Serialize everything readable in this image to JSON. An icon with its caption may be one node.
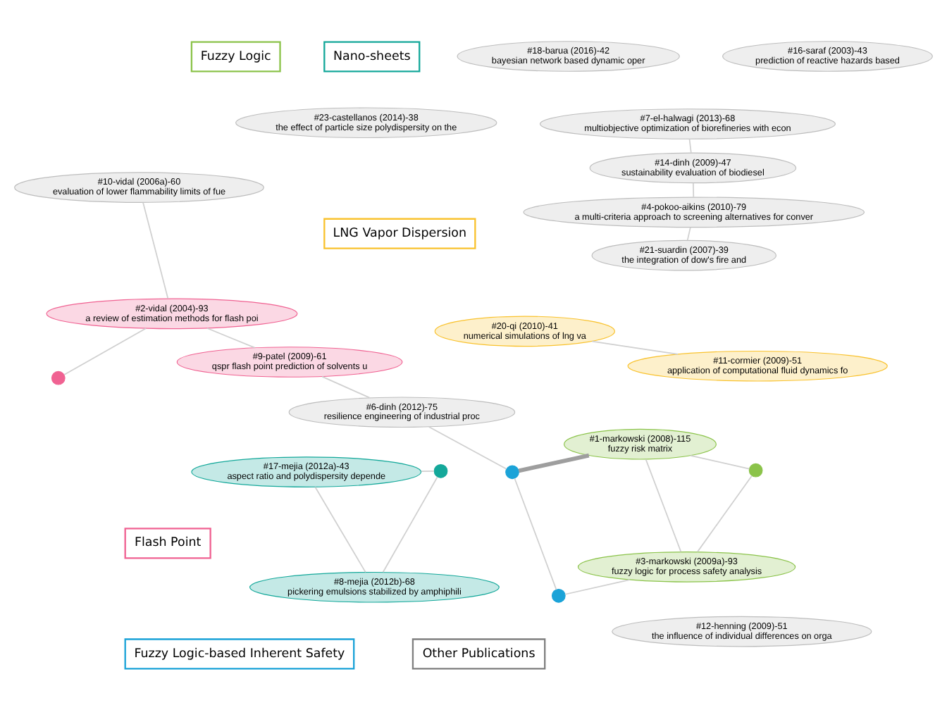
{
  "diagram": {
    "nodes": [
      {
        "text": [
          "#10-vidal (2006a)-60",
          "evaluation of lower flammability limits of fue"
        ]
      },
      {
        "text": [
          "Flash Point"
        ]
      },
      {
        "text": [
          "#2-vidal (2004)-93",
          "a review of estimation methods for flash poi"
        ]
      },
      {
        "text": [],
        "shape": "circle"
      },
      {
        "text": [
          "#17-mejia (2012a)-43",
          "aspect ratio and polydispersity depende"
        ]
      },
      {
        "text": [],
        "shape": "circle"
      },
      {
        "text": [
          "#8-mejia (2012b)-68",
          "pickering emulsions stabilized by amphiphili"
        ]
      },
      {
        "text": [
          "#23-castellanos (2014)-38",
          "the effect of particle size polydispersity on the"
        ]
      },
      {
        "text": [
          "#9-patel (2009)-61",
          "qspr flash point prediction of solvents u"
        ]
      },
      {
        "text": [
          "Nano-sheets"
        ]
      },
      {
        "text": [
          "#6-dinh (2012)-75",
          "resilience engineering of industrial proc"
        ]
      },
      {
        "text": [
          "Fuzzy Logic"
        ]
      },
      {
        "text": [
          "Fuzzy Logic-based Inherent Safety"
        ]
      },
      {
        "text": [
          "#1-markowski (2008)-115",
          "fuzzy risk matrix"
        ]
      },
      {
        "text": [],
        "shape": "circle"
      },
      {
        "text": [
          "#16-saraf (2003)-43",
          "prediction of reactive hazards based"
        ]
      },
      {
        "text": [
          "#12-henning (2009)-51",
          "the influence of individual differences on orga"
        ]
      },
      {
        "text": [
          "#21-suardin (2007)-39",
          "the integration of dow's fire and"
        ]
      },
      {
        "text": [],
        "shape": "circle"
      },
      {
        "text": [],
        "shape": "circle"
      },
      {
        "text": [
          "#3-markowski (2009a)-93",
          "fuzzy logic for process safety analysis"
        ]
      },
      {
        "text": [
          "#4-pokoo-aikins (2010)-79",
          "a multi-criteria approach to screening alternatives for conver"
        ]
      },
      {
        "text": [
          "LNG Vapor Dispersion"
        ]
      },
      {
        "text": [
          "#14-dinh (2009)-47",
          "sustainability evaluation of biodiesel"
        ]
      },
      {
        "text": [
          "#20-qi (2010)-41",
          "numerical simulations of lng va"
        ]
      },
      {
        "text": [
          "#7-el-halwagi (2013)-68",
          "multiobjective optimization of biorefineries with econ"
        ]
      },
      {
        "text": [
          "#11-cormier (2009)-51",
          "application of computational fluid dynamics fo"
        ]
      },
      {
        "text": [
          "#18-barua (2016)-42",
          "bayesian network based dynamic oper"
        ]
      },
      {
        "text": [
          "Other Publications"
        ]
      }
    ],
    "edges": [
      {
        "from": 0,
        "to": 2,
        "arrow": "none"
      },
      {
        "from": 2,
        "to": 3,
        "arrow": "none"
      },
      {
        "from": 2,
        "to": 8,
        "arrow": "none"
      },
      {
        "from": 8,
        "to": 10,
        "arrow": "none"
      },
      {
        "from": 10,
        "to": 14,
        "arrow": "none"
      },
      {
        "from": 14,
        "to": 13,
        "arrow": "none",
        "style": "thick"
      },
      {
        "from": 14,
        "to": 19,
        "arrow": "none"
      },
      {
        "from": 13,
        "to": 20,
        "arrow": "none"
      },
      {
        "from": 13,
        "to": 18,
        "arrow": "none"
      },
      {
        "from": 18,
        "to": 20,
        "arrow": "none"
      },
      {
        "from": 19,
        "to": 20,
        "arrow": "none"
      },
      {
        "from": 17,
        "to": 21,
        "arrow": "none"
      },
      {
        "from": 21,
        "to": 23,
        "arrow": "none"
      },
      {
        "from": 23,
        "to": 25,
        "arrow": "none"
      },
      {
        "from": 4,
        "to": 5,
        "arrow": "none"
      },
      {
        "from": 5,
        "to": 6,
        "arrow": "none"
      },
      {
        "from": 4,
        "to": 6,
        "arrow": "none"
      },
      {
        "from": 24,
        "to": 26,
        "arrow": "none"
      }
    ]
  }
}
